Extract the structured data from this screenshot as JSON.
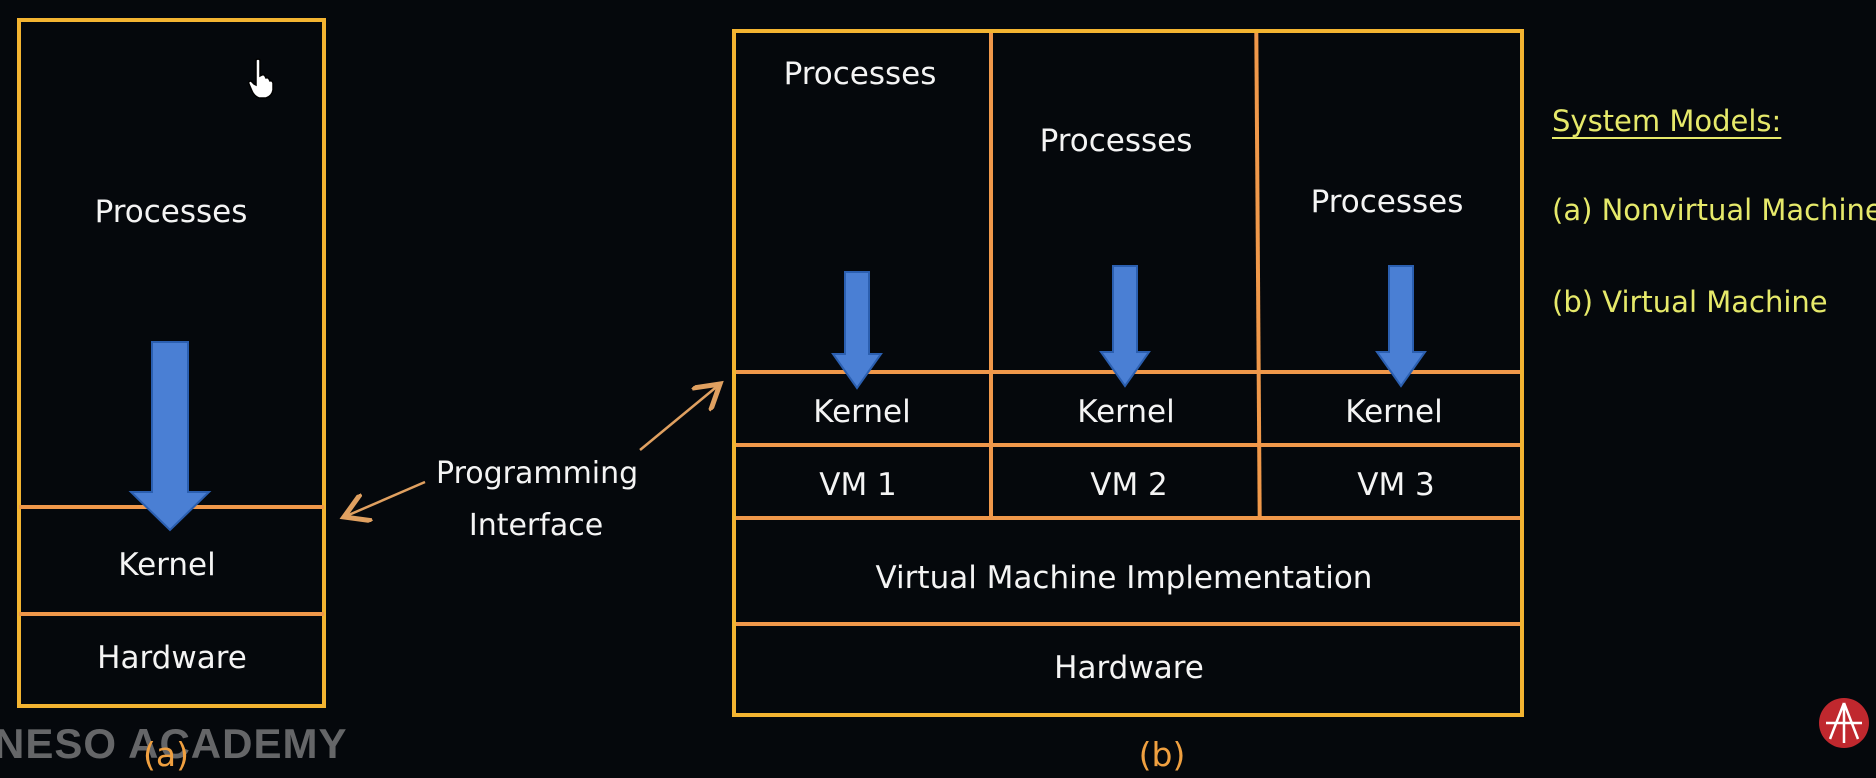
{
  "diagram_a": {
    "processes": "Processes",
    "kernel": "Kernel",
    "hardware": "Hardware",
    "caption": "(a)"
  },
  "programming_interface": {
    "line1": "Programming",
    "line2": "Interface"
  },
  "diagram_b": {
    "columns": [
      {
        "processes": "Processes",
        "kernel": "Kernel",
        "vm": "VM 1"
      },
      {
        "processes": "Processes",
        "kernel": "Kernel",
        "vm": "VM 2"
      },
      {
        "processes": "Processes",
        "kernel": "Kernel",
        "vm": "VM 3"
      }
    ],
    "vm_implementation": "Virtual Machine Implementation",
    "hardware": "Hardware",
    "caption": "(b)"
  },
  "legend": {
    "title": "System Models:",
    "item_a": "(a) Nonvirtual Machine",
    "item_b": "(b) Virtual Machine"
  },
  "watermark": "NESO ACADEMY",
  "colors": {
    "box_border": "#f3b431",
    "divider": "#f0984a",
    "arrow": "#4a7fd4",
    "legend_text": "#e6e96a",
    "background": "#05080c"
  }
}
